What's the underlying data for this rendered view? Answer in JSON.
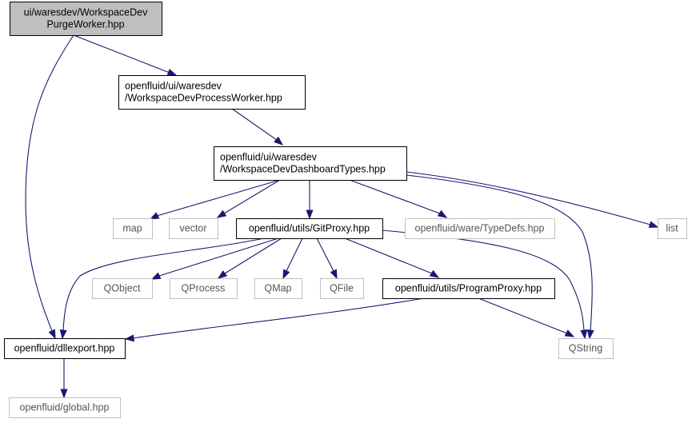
{
  "diagram": {
    "type": "include-dependency-graph",
    "colors": {
      "edge": "#191970",
      "root_fill": "#bfbfbf",
      "internal_border": "#000000",
      "external_border": "#bfbfbf",
      "external_text": "#555555"
    },
    "nodes": [
      {
        "id": "purge",
        "kind": "root",
        "lines": [
          "ui/waresdev/WorkspaceDev",
          "PurgeWorker.hpp"
        ]
      },
      {
        "id": "process",
        "kind": "internal",
        "lines": [
          "openfluid/ui/waresdev",
          "/WorkspaceDevProcessWorker.hpp"
        ]
      },
      {
        "id": "dashboard",
        "kind": "internal",
        "lines": [
          "openfluid/ui/waresdev",
          "/WorkspaceDevDashboardTypes.hpp"
        ]
      },
      {
        "id": "map",
        "kind": "external",
        "lines": [
          "map"
        ]
      },
      {
        "id": "vector",
        "kind": "external",
        "lines": [
          "vector"
        ]
      },
      {
        "id": "gitproxy",
        "kind": "internal",
        "lines": [
          "openfluid/utils/GitProxy.hpp"
        ]
      },
      {
        "id": "typedefs",
        "kind": "external",
        "lines": [
          "openfluid/ware/TypeDefs.hpp"
        ]
      },
      {
        "id": "list",
        "kind": "external",
        "lines": [
          "list"
        ]
      },
      {
        "id": "qobject",
        "kind": "external",
        "lines": [
          "QObject"
        ]
      },
      {
        "id": "qprocess",
        "kind": "external",
        "lines": [
          "QProcess"
        ]
      },
      {
        "id": "qmap",
        "kind": "external",
        "lines": [
          "QMap"
        ]
      },
      {
        "id": "qfile",
        "kind": "external",
        "lines": [
          "QFile"
        ]
      },
      {
        "id": "programproxy",
        "kind": "internal",
        "lines": [
          "openfluid/utils/ProgramProxy.hpp"
        ]
      },
      {
        "id": "dllexport",
        "kind": "internal",
        "lines": [
          "openfluid/dllexport.hpp"
        ]
      },
      {
        "id": "qstring",
        "kind": "external",
        "lines": [
          "QString"
        ]
      },
      {
        "id": "global",
        "kind": "external",
        "lines": [
          "openfluid/global.hpp"
        ]
      }
    ],
    "edges": [
      {
        "from": "purge",
        "to": "process"
      },
      {
        "from": "purge",
        "to": "dllexport"
      },
      {
        "from": "process",
        "to": "dashboard"
      },
      {
        "from": "dashboard",
        "to": "map"
      },
      {
        "from": "dashboard",
        "to": "vector"
      },
      {
        "from": "dashboard",
        "to": "gitproxy"
      },
      {
        "from": "dashboard",
        "to": "typedefs"
      },
      {
        "from": "dashboard",
        "to": "list"
      },
      {
        "from": "dashboard",
        "to": "qstring"
      },
      {
        "from": "gitproxy",
        "to": "dllexport"
      },
      {
        "from": "gitproxy",
        "to": "qobject"
      },
      {
        "from": "gitproxy",
        "to": "qprocess"
      },
      {
        "from": "gitproxy",
        "to": "qmap"
      },
      {
        "from": "gitproxy",
        "to": "qfile"
      },
      {
        "from": "gitproxy",
        "to": "programproxy"
      },
      {
        "from": "gitproxy",
        "to": "qstring"
      },
      {
        "from": "programproxy",
        "to": "dllexport"
      },
      {
        "from": "programproxy",
        "to": "qstring"
      },
      {
        "from": "dllexport",
        "to": "global"
      }
    ]
  }
}
